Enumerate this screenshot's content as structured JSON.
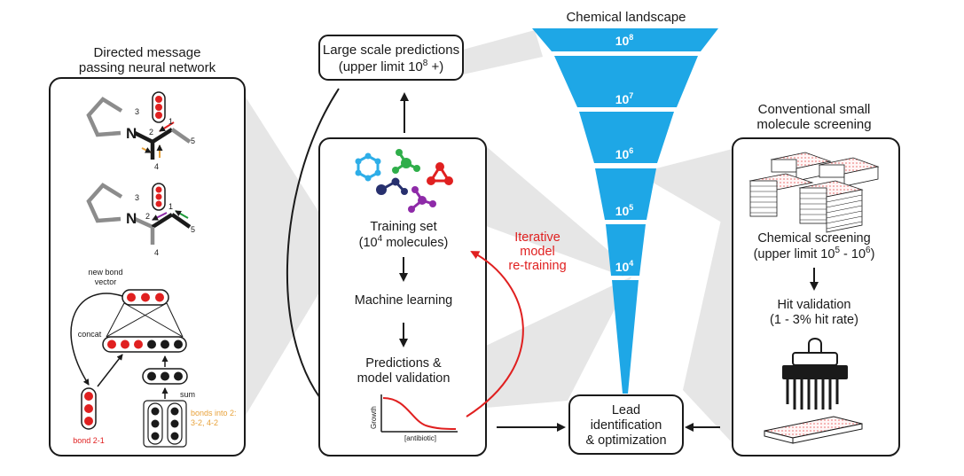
{
  "dmpnn": {
    "title_line1": "Directed message",
    "title_line2": "passing neural network",
    "atom_n1": "N",
    "atom_n2": "N",
    "num_1a": "1",
    "num_2a": "2",
    "num_3a": "3",
    "num_4a": "4",
    "num_5a": "5",
    "num_1b": "1",
    "num_2b": "2",
    "num_3b": "3",
    "num_4b": "4",
    "num_5b": "5",
    "new_bond_line1": "new bond",
    "new_bond_line2": "vector",
    "concat": "concat",
    "sum": "sum",
    "bond_21": "bond 2-1",
    "bonds_into_line1": "bonds into 2:",
    "bonds_into_line2": "3-2, 4-2"
  },
  "large_scale": {
    "line1": "Large scale predictions",
    "line2_base": "(upper limit 10",
    "line2_sup": "8",
    "line2_end": " +)"
  },
  "training": {
    "line1": "Training set",
    "line2_base": "(10",
    "line2_sup": "4",
    "line2_end": " molecules)",
    "ml": "Machine learning",
    "pred_line1": "Predictions &",
    "pred_line2": "model validation",
    "ylabel": "Growth",
    "xlabel": "[antibiotic]"
  },
  "retraining": {
    "line1": "Iterative",
    "line2": "model",
    "line3": "re-training"
  },
  "landscape": {
    "title": "Chemical landscape",
    "levels": [
      {
        "base": "10",
        "sup": "8"
      },
      {
        "base": "10",
        "sup": "7"
      },
      {
        "base": "10",
        "sup": "6"
      },
      {
        "base": "10",
        "sup": "5"
      },
      {
        "base": "10",
        "sup": "4"
      }
    ]
  },
  "lead": {
    "line1": "Lead",
    "line2": "identification",
    "line3": "& optimization"
  },
  "conventional": {
    "title_line1": "Conventional small",
    "title_line2": "molecule screening",
    "cs_line1": "Chemical screening",
    "cs_line2_a": "(upper limit 10",
    "cs_line2_sup1": "5",
    "cs_line2_b": " - 10",
    "cs_line2_sup2": "6",
    "cs_line2_c": ")",
    "hv_line1": "Hit validation",
    "hv_line2": "(1 - 3% hit rate)"
  },
  "colors": {
    "funnel": "#1ea7e6",
    "highlight_red": "#e02020",
    "highlight_orange": "#e8a23a",
    "connector_gray": "#e6e6e6"
  }
}
